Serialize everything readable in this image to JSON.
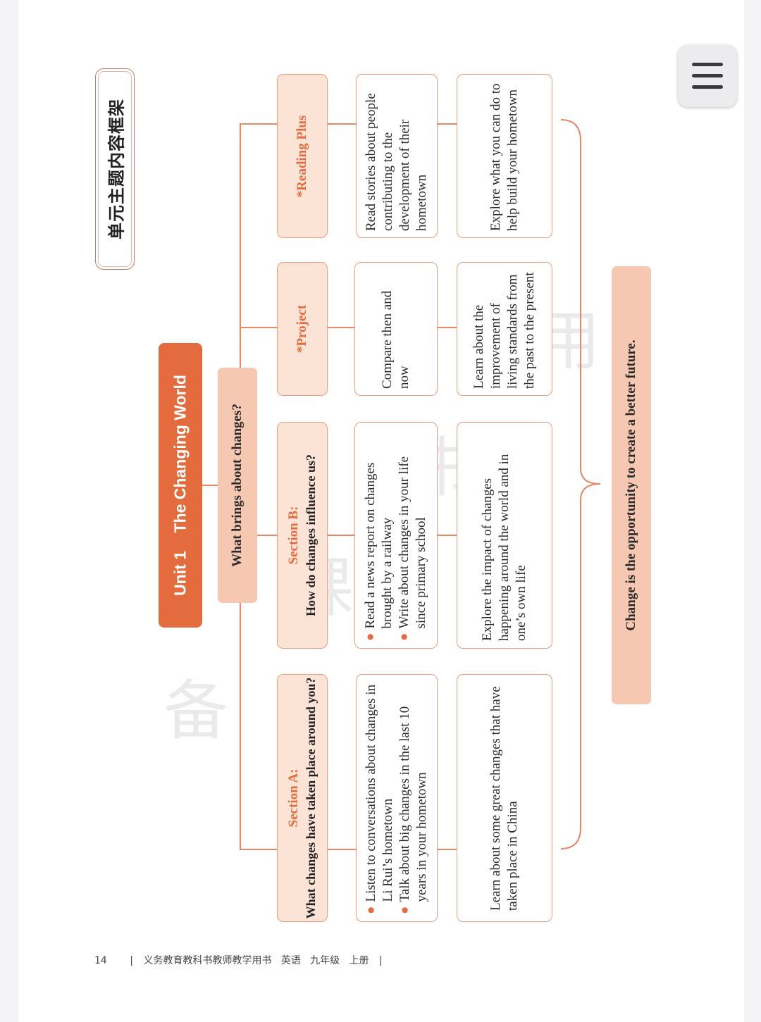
{
  "page_title": "单元主题内容框架",
  "unit_title": "Unit 1    The Changing World",
  "big_question": "What brings about changes?",
  "sections": [
    {
      "name": "Section A:",
      "question": "What changes have taken place around you?",
      "activities": [
        "Listen to conversations about changes in Li Rui’s hometown",
        "Talk about big changes in the last 10 years in your hometown"
      ],
      "goal": "Learn about some great changes that have taken place in China"
    },
    {
      "name": "Section B:",
      "question": "How do changes influence us?",
      "activities": [
        "Read a news report on changes brought by a railway",
        "Write about changes in your life since primary school"
      ],
      "goal": "Explore the impact of changes happening around the world and in one’s own life"
    },
    {
      "name": "*Project",
      "question": "",
      "activities": [
        "Compare then and now"
      ],
      "goal": "Learn about the improvement of living standards from the past to the present"
    },
    {
      "name": "*Reading Plus",
      "question": "",
      "activities": [
        "Read stories about people contributing to the development of their hometown"
      ],
      "goal": "Explore what you can do to help build your hometown"
    }
  ],
  "conclusion": "Change is the opportunity to create a better future.",
  "footer": {
    "page": "14",
    "book": "义务教育教科书教师教学用书   英语   九年级   上册"
  },
  "watermark": [
    "备",
    "课",
    "书",
    "用"
  ],
  "colors": {
    "accent": "#e36b3d",
    "peach": "#f6c8b2",
    "line": "#e9876a"
  }
}
